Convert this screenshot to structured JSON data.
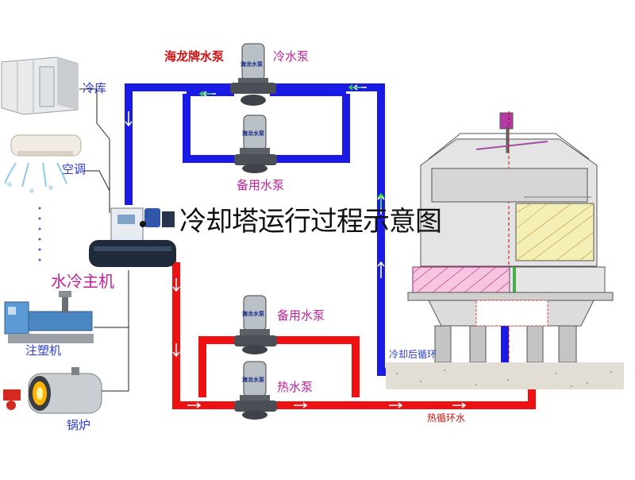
{
  "title": "冷却塔运行过程示意图",
  "brand_label": "海龙牌水泵",
  "pump_badge": "海龙水泵",
  "labels": {
    "cold_pump": "冷水泵",
    "standby_pump_top": "备用水泵",
    "standby_pump_bottom": "备用水泵",
    "hot_pump": "热水泵",
    "cold_storage": "冷库",
    "air_conditioner": "空调",
    "chiller": "水冷主机",
    "injection_machine": "注塑机",
    "boiler": "锅炉",
    "cooled_return": "冷却后循环",
    "hot_circulation": "热循环水"
  },
  "colors": {
    "cold_pipe": "#1a1ae6",
    "hot_pipe": "#ee1111",
    "arrow": "#3ad63a",
    "label_blue": "#2a3bd8",
    "label_magenta": "#c0209a",
    "label_red": "#d01010"
  }
}
